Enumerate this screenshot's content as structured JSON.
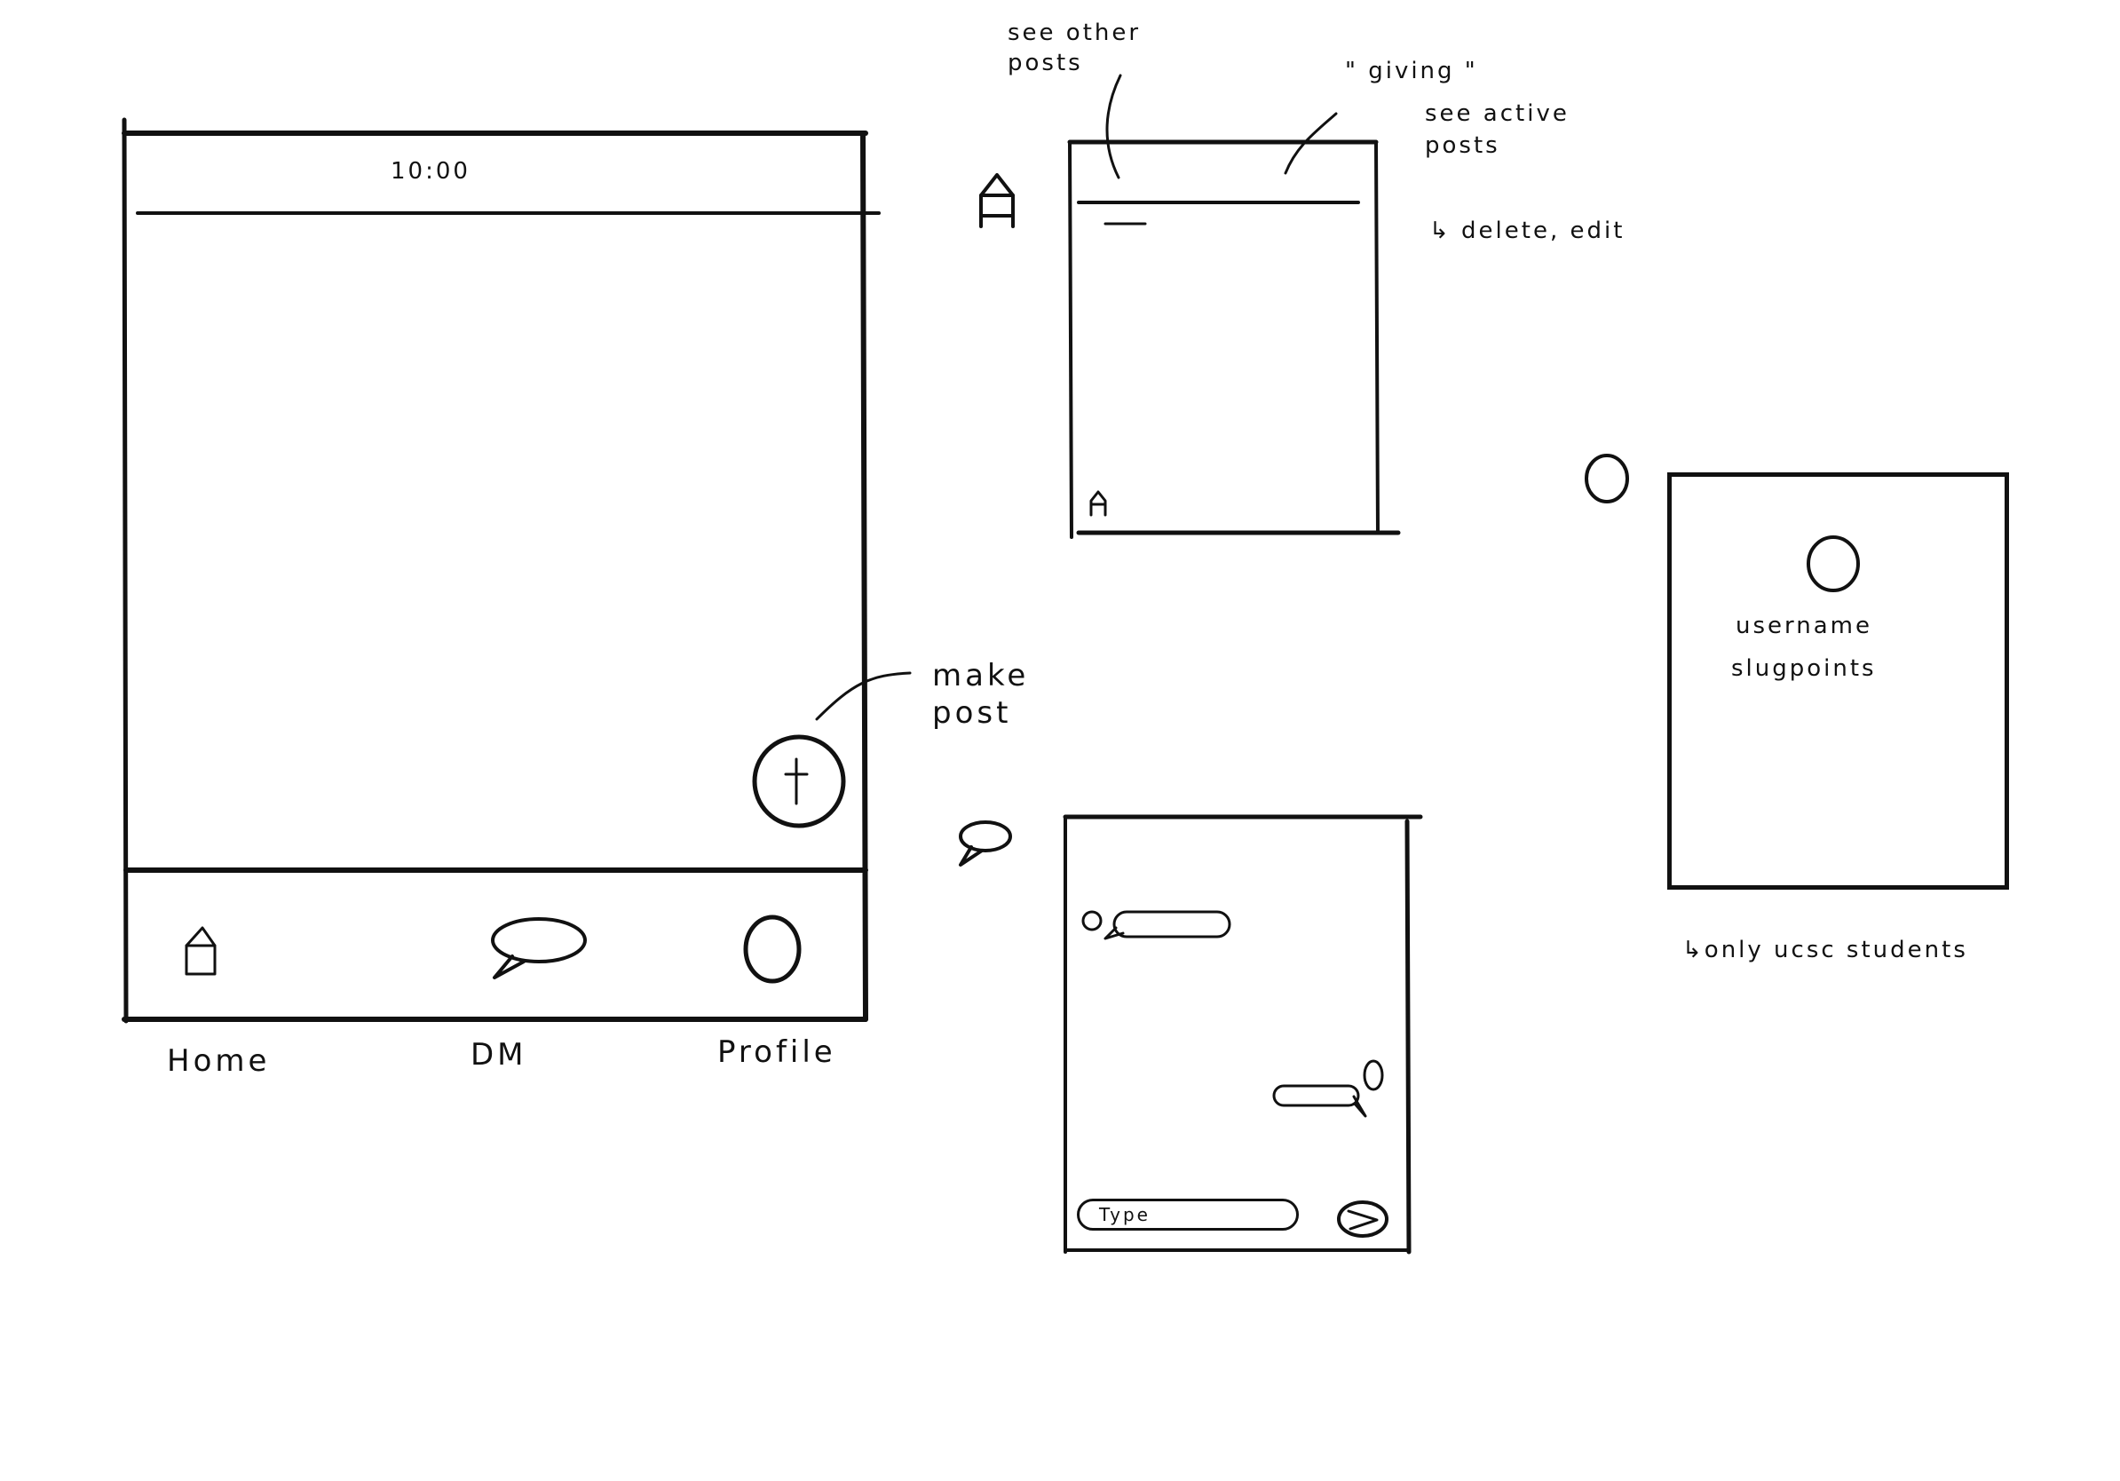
{
  "main_screen": {
    "status_time": "10:00",
    "fab_label": "+",
    "fab_annotation": "make post",
    "nav": [
      {
        "label": "Home",
        "icon": "home-icon"
      },
      {
        "label": "DM",
        "icon": "chat-bubble-icon"
      },
      {
        "label": "Profile",
        "icon": "profile-icon"
      }
    ]
  },
  "home_screen": {
    "annotation_left": "see other posts",
    "annotation_right_1": "\" giving \"",
    "annotation_right_2": "see active posts",
    "annotation_right_3": "↳ delete, edit"
  },
  "dm_screen": {
    "input_placeholder": "Type"
  },
  "profile_screen": {
    "username": "username",
    "points": "slugpoints",
    "annotation": "↳only ucsc students"
  }
}
